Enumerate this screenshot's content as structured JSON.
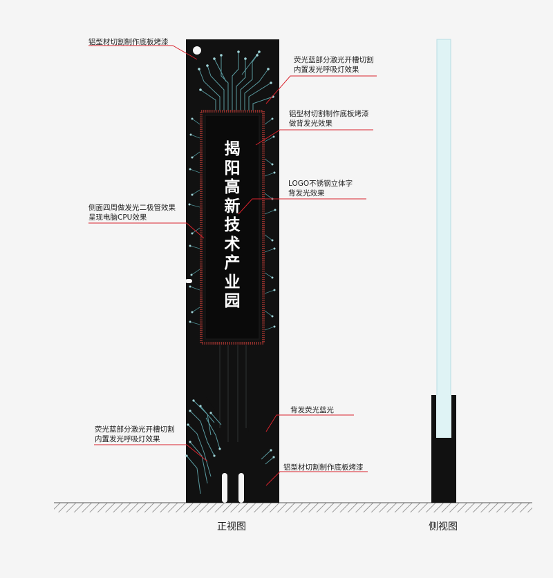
{
  "callouts": [
    {
      "id": "top-panel",
      "text": "铝型材切割制作底板烤漆"
    },
    {
      "id": "fluor-top",
      "text": "荧光蓝部分激光开槽切割\n内置发光呼吸灯效果"
    },
    {
      "id": "backlit-panel",
      "text": "铝型材切割制作底板烤漆\n做背发光效果"
    },
    {
      "id": "logo",
      "text": "LOGO不锈钢立体字\n背发光效果"
    },
    {
      "id": "diodes",
      "text": "侧面四周做发光二极管效果\n呈现电脑CPU效果"
    },
    {
      "id": "backlight",
      "text": "背发荧光蓝光"
    },
    {
      "id": "fluor-bottom",
      "text": "荧光蓝部分激光开槽切割\n内置发光呼吸灯效果"
    },
    {
      "id": "base-panel",
      "text": "铝型材切割制作底板烤漆"
    }
  ],
  "sign": {
    "chars": [
      "揭",
      "阳",
      "高",
      "新",
      "技",
      "术",
      "产",
      "业",
      "园"
    ]
  },
  "views": {
    "front": "正视图",
    "side": "侧视图"
  },
  "colors": {
    "panel": "#111111",
    "trace": "#5a9aa0",
    "leader": "#d9232d",
    "chip_border": "#8a2e2a",
    "glass": "#dff3f5"
  }
}
